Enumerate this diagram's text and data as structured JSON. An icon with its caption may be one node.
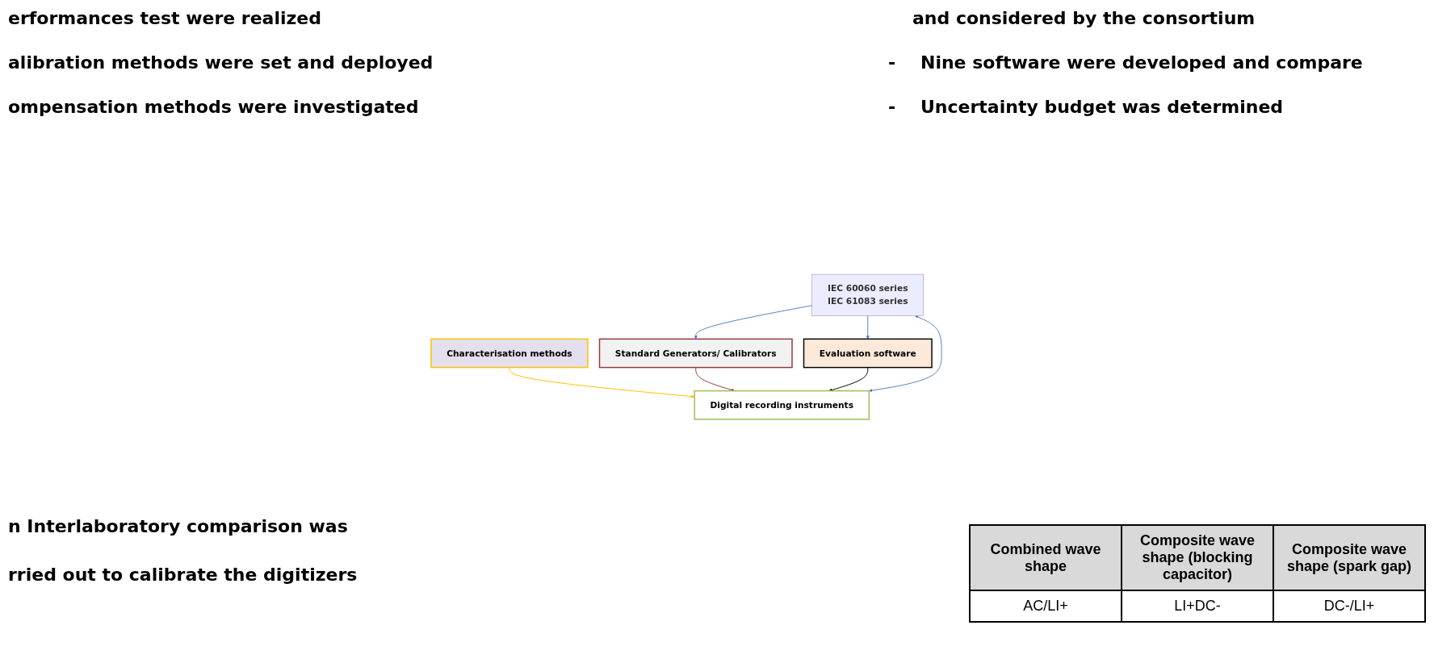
{
  "diagram": {
    "nodes": [
      {
        "text": [
          "Characterisation methods"
        ]
      },
      {
        "text": [
          "Standard Generators/ Calibrators"
        ]
      },
      {
        "text": [
          "Digital recording instruments"
        ]
      },
      {
        "text": [
          "Evaluation software"
        ]
      },
      {
        "text": [
          "IEC 60060 series",
          "IEC 61083 series"
        ]
      }
    ],
    "edges": [
      {
        "from": 0,
        "to": 2,
        "arrow": "to",
        "color": "#ffc000"
      },
      {
        "from": 1,
        "to": 2,
        "arrow": "to",
        "color": "#953735"
      },
      {
        "from": 3,
        "to": 2,
        "arrow": "to",
        "color": "#000000"
      },
      {
        "from": 4,
        "to": 1,
        "arrow": "to"
      },
      {
        "from": 4,
        "to": 2,
        "arrow": "both"
      },
      {
        "from": 4,
        "to": 3,
        "arrow": "to"
      }
    ],
    "labels": [
      "erformances test were realized",
      "alibration methods were set and deployed",
      "ompensation methods were investigated",
      "and considered by the consortium",
      "-",
      "Nine software were developed and compare",
      "-",
      "Uncertainty budget was determined",
      "n Interlaboratory comparison was",
      "rried out to calibrate the digitizers",
      "Combined wave shape",
      "Composite wave shape (blocking capacitor)",
      "Composite wave shape (spark gap)",
      "AC/LI+",
      "LI+DC-",
      "DC-/LI+"
    ]
  }
}
